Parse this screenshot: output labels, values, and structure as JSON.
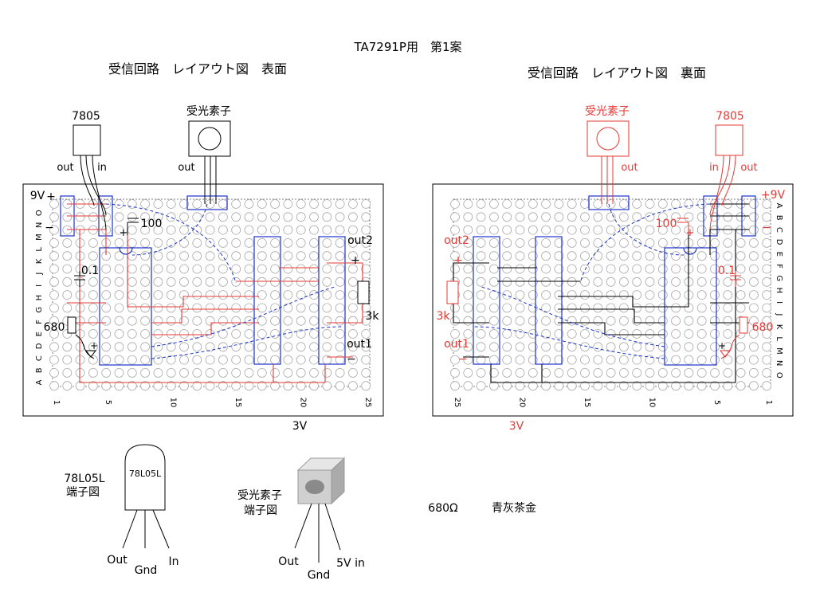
{
  "page_title": "TA7291P用　第1案",
  "front": {
    "title": "受信回路　レイアウト図　表面",
    "reg_label": "7805",
    "reg_out": "out",
    "reg_in": "in",
    "sensor_label": "受光素子",
    "sensor_out": "out",
    "v9": "9V",
    "plus": "+",
    "minus": "−",
    "cap100": "100",
    "cap01": "0.1",
    "res680": "680",
    "out2": "out2",
    "out1": "out1",
    "res3k": "3k",
    "v3": "3V",
    "rows": [
      "A",
      "B",
      "C",
      "D",
      "E",
      "F",
      "G",
      "H",
      "I",
      "J",
      "K",
      "L",
      "M",
      "N",
      "O"
    ],
    "cols": [
      "1",
      "5",
      "10",
      "15",
      "20",
      "25"
    ]
  },
  "back": {
    "title": "受信回路　レイアウト図　裏面",
    "reg_label": "7805",
    "reg_in": "in",
    "reg_out": "out",
    "sensor_label": "受光素子",
    "sensor_out": "out",
    "v9": "+9V",
    "minus": "−",
    "plus": "+",
    "cap100": "100",
    "cap01": "0.1",
    "res680": "680",
    "out2": "out2",
    "out1": "out1",
    "res3k": "3k",
    "v3": "3V",
    "rows": [
      "A",
      "B",
      "C",
      "D",
      "E",
      "F",
      "G",
      "H",
      "I",
      "J",
      "K",
      "L",
      "M",
      "N",
      "O"
    ],
    "cols": [
      "25",
      "20",
      "15",
      "10",
      "5",
      "1"
    ]
  },
  "pinout_reg": {
    "title_line1": "78L05L",
    "title_line2": "端子図",
    "body": "78L05L",
    "pin_out": "Out",
    "pin_gnd": "Gnd",
    "pin_in": "In"
  },
  "pinout_sensor": {
    "title_line1": "受光素子",
    "title_line2": "端子図",
    "pin_out": "Out",
    "pin_gnd": "Gnd",
    "pin_in": "5V in"
  },
  "resistor_note": {
    "value": "680Ω",
    "code": "青灰茶金"
  },
  "colors": {
    "wire_red": "#e53935",
    "jumper_blue": "#1a33cc",
    "hole": "#aaaaaa"
  }
}
